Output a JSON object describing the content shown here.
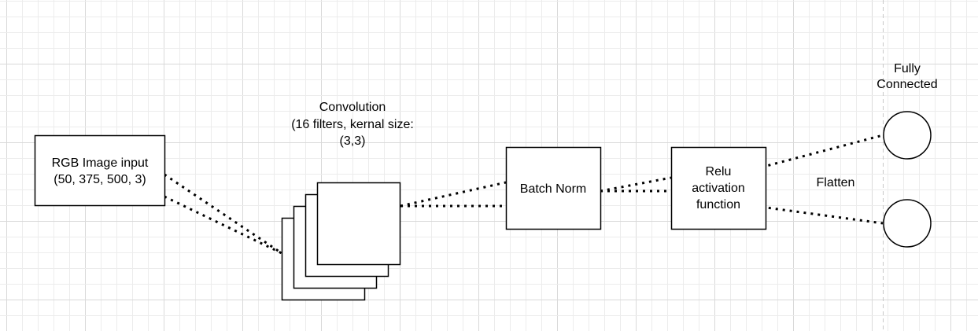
{
  "diagram": {
    "colors": {
      "background": "#ffffff",
      "grid_minor": "#ececec",
      "grid_major": "#d9d9d9",
      "stroke": "#000000",
      "guide": "#c8c8c8"
    },
    "nodes": {
      "rgb_input": {
        "label_line1": "RGB Image input",
        "label_line2": "(50, 375, 500, 3)"
      },
      "convolution": {
        "label_line1": "Convolution",
        "label_line2": "(16 filters, kernal size:",
        "label_line3": "(3,3)"
      },
      "batch_norm": {
        "label": "Batch Norm"
      },
      "relu": {
        "label_line1": "Relu",
        "label_line2": "activation",
        "label_line3": "function"
      },
      "flatten": {
        "label": "Flatten"
      },
      "fully_connected": {
        "label_line1": "Fully",
        "label_line2": "Connected"
      }
    }
  }
}
